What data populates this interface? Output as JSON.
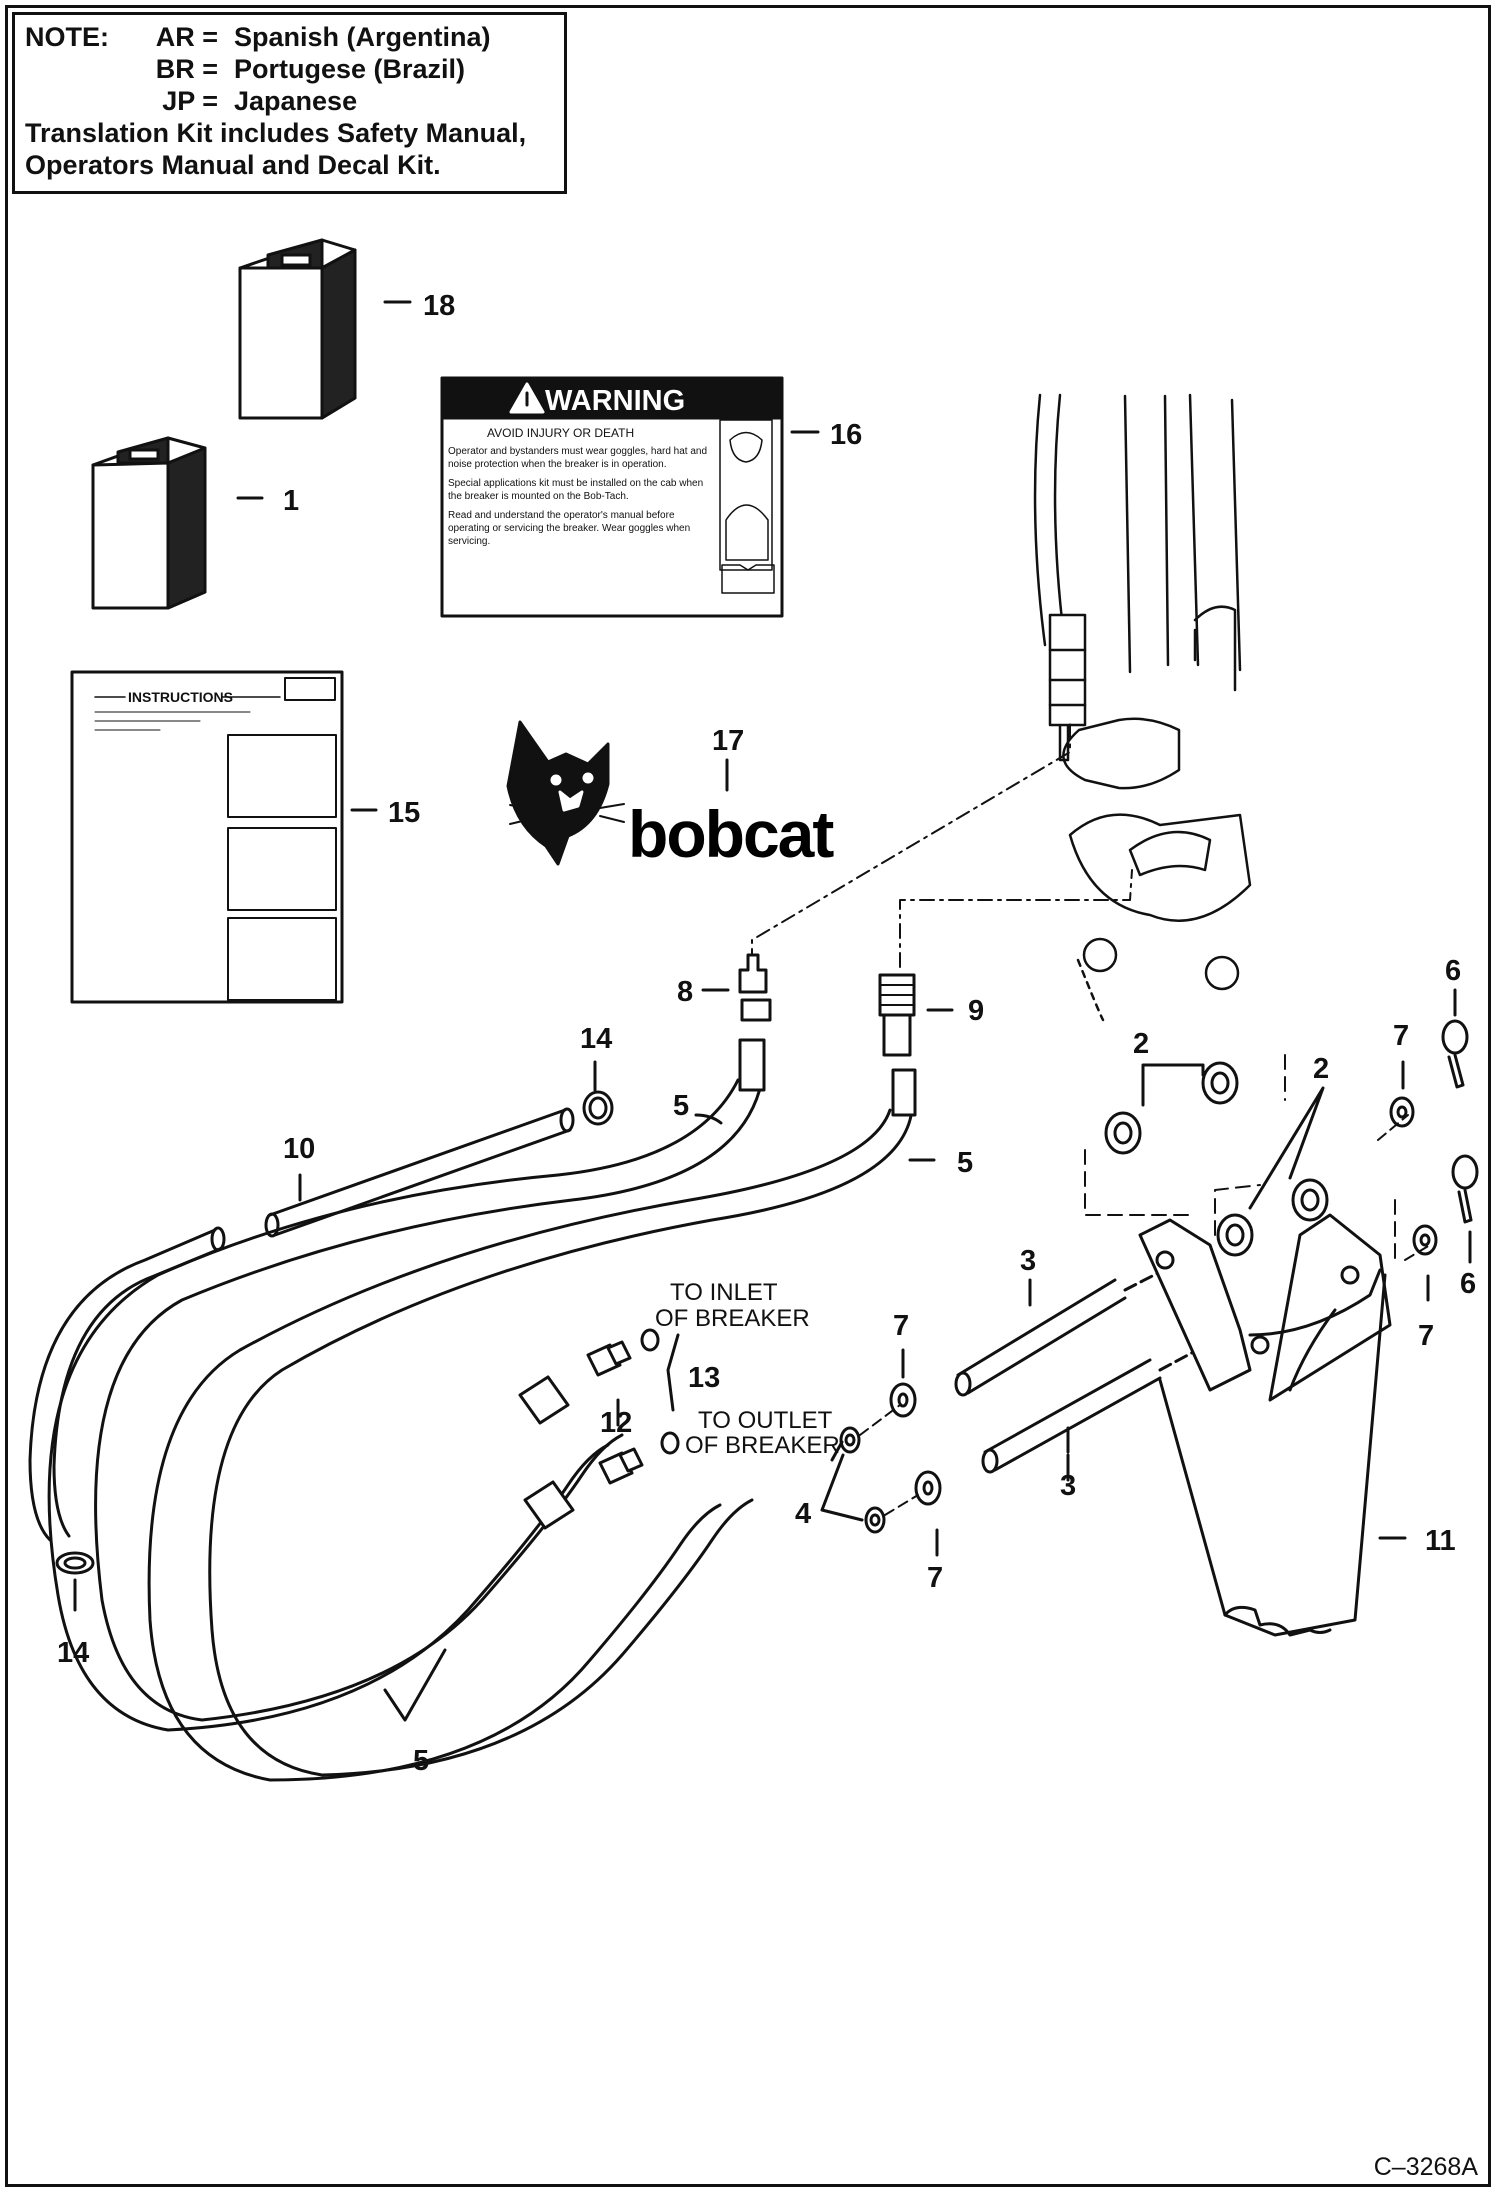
{
  "note": {
    "heading": "NOTE:",
    "entries": [
      {
        "code": "AR =",
        "language": "Spanish (Argentina)"
      },
      {
        "code": "BR =",
        "language": "Portugese (Brazil)"
      },
      {
        "code": "JP =",
        "language": "Japanese"
      }
    ],
    "line1": "Translation Kit includes Safety Manual,",
    "line2": "Operators Manual and Decal Kit."
  },
  "warning_decal": {
    "title": "WARNING",
    "subtitle": "AVOID INJURY OR DEATH",
    "bullets": [
      "Operator and bystanders must wear goggles, hard hat and noise protection when the breaker is in operation.",
      "Special applications kit must be installed on the cab when the breaker is mounted on the Bob-Tach.",
      "Read and understand the operator's manual before operating or servicing the breaker. Wear goggles when servicing."
    ]
  },
  "instructions_sheet": {
    "title": "INSTRUCTIONS"
  },
  "logo": {
    "text": "bobcat"
  },
  "flow_labels": {
    "inlet_line1": "TO INLET",
    "inlet_line2": "OF BREAKER",
    "outlet_line1": "TO OUTLET",
    "outlet_line2": "OF BREAKER"
  },
  "callouts": {
    "n1": "1",
    "n2a": "2",
    "n2b": "2",
    "n3a": "3",
    "n3b": "3",
    "n4": "4",
    "n5a": "5",
    "n5b": "5",
    "n5c": "5",
    "n6a": "6",
    "n6b": "6",
    "n7a": "7",
    "n7b": "7",
    "n7c": "7",
    "n7d": "7",
    "n8": "8",
    "n9": "9",
    "n10": "10",
    "n11": "11",
    "n12": "12",
    "n13": "13",
    "n14a": "14",
    "n14b": "14",
    "n15": "15",
    "n16": "16",
    "n17": "17",
    "n18": "18"
  },
  "figure_code": "C–3268A"
}
